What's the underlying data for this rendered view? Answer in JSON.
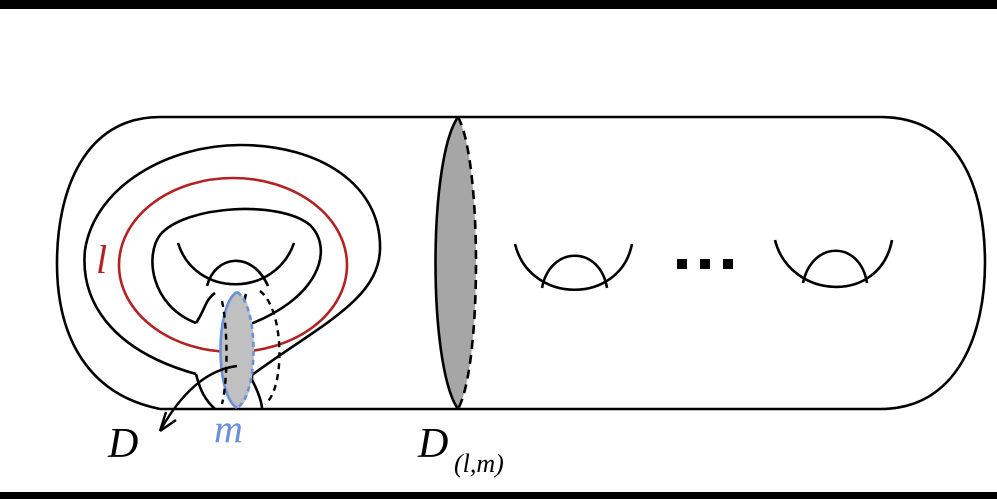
{
  "figure": {
    "labels": {
      "longitude_curve": "l",
      "meridian_curve": "m",
      "meridian_disk": "D",
      "separating_disk_main": "D",
      "separating_disk_subscript": "(l,m)"
    },
    "ellipsis": "...",
    "colors": {
      "outline": "#000000",
      "longitude_curve": "#b22222",
      "meridian_curve": "#6a8fdc",
      "disk_fill_meridian": "#c0c0c0",
      "disk_fill_separating": "#a6a6a6",
      "background": "#ffffff",
      "frame_bars": "#000000"
    },
    "handles_right_count_shown": 2
  }
}
